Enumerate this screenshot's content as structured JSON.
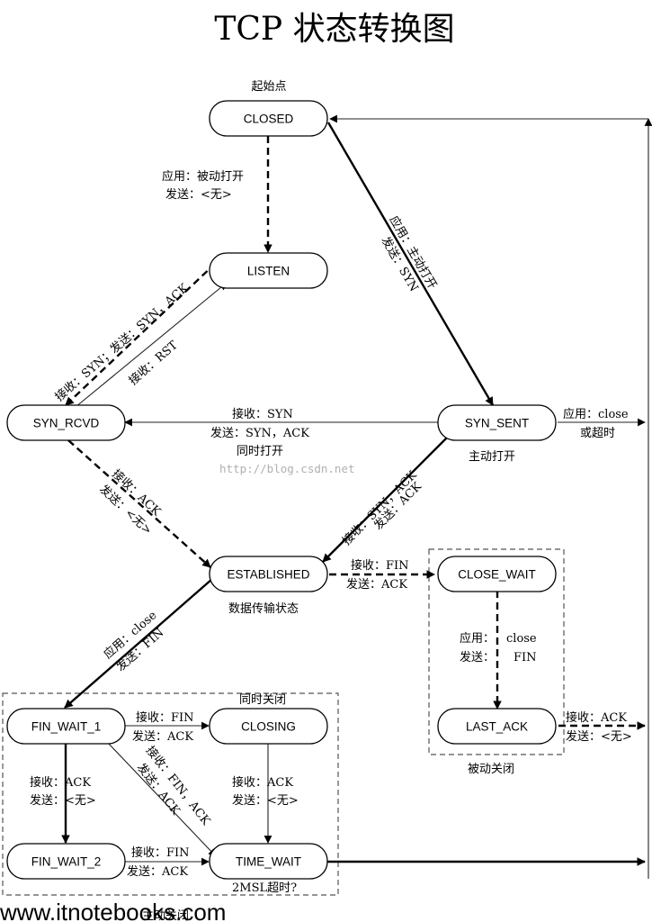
{
  "title": "TCP 状态转换图",
  "start_label": "起始点",
  "states": {
    "closed": "CLOSED",
    "listen": "LISTEN",
    "syn_rcvd": "SYN_RCVD",
    "syn_sent": "SYN_SENT",
    "established": "ESTABLISHED",
    "close_wait": "CLOSE_WAIT",
    "last_ack": "LAST_ACK",
    "fin_wait_1": "FIN_WAIT_1",
    "closing": "CLOSING",
    "fin_wait_2": "FIN_WAIT_2",
    "time_wait": "TIME_WAIT"
  },
  "transitions": {
    "closed_listen": [
      "应用：被动打开",
      "发送：<无>"
    ],
    "closed_syn_sent": [
      "应用：主动打开",
      "发送：SYN"
    ],
    "listen_syn_rcvd": [
      "接收：SYN；发送：SYN，ACK"
    ],
    "syn_rcvd_listen": [
      "接收：RST"
    ],
    "syn_sent_syn_rcvd": [
      "接收：SYN",
      "发送：SYN，ACK",
      "同时打开"
    ],
    "syn_sent_close": [
      "应用：close",
      "或超时"
    ],
    "syn_sent_note": "主动打开",
    "syn_rcvd_established": [
      "接收：ACK",
      "发送：<无>"
    ],
    "syn_sent_established": [
      "接收：SYN，ACK",
      "发送：ACK"
    ],
    "established_close_wait": [
      "接收：FIN",
      "发送：ACK"
    ],
    "established_note": "数据传输状态",
    "close_wait_last_ack": [
      "应用：",
      "close",
      "发送：",
      "FIN"
    ],
    "last_ack_closed": [
      "接收：ACK",
      "发送：<无>"
    ],
    "passive_close": "被动关闭",
    "established_fin_wait_1": [
      "应用：close",
      "发送：FIN"
    ],
    "fin_wait_1_closing": [
      "接收：FIN",
      "发送：ACK"
    ],
    "simultaneous_close": "同时关闭",
    "fin_wait_1_time_wait": [
      "接收：FIN，ACK",
      "发送：ACK"
    ],
    "fin_wait_1_fin_wait_2": [
      "接收：ACK",
      "发送：<无>"
    ],
    "closing_time_wait": [
      "接收：ACK",
      "发送：<无>"
    ],
    "fin_wait_2_time_wait": [
      "接收：FIN",
      "发送：ACK"
    ],
    "time_wait_timeout": "2MSL超时?",
    "active_close": "主动关闭"
  },
  "watermark": "http://blog.csdn.net",
  "footer": "www.itnotebooks.com"
}
